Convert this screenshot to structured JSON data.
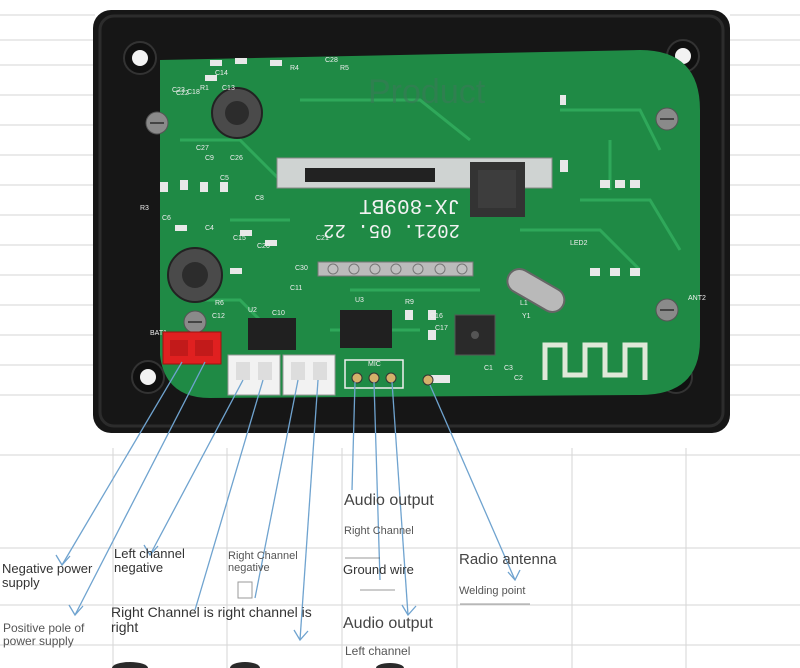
{
  "board": {
    "silkscreen_model": "JX-809BT",
    "silkscreen_date": "2021. 05. 22",
    "watermark": "Product",
    "component_codes": [
      "C14",
      "C13",
      "C23",
      "R4",
      "C28",
      "R5",
      "C9",
      "C27",
      "C26",
      "C22",
      "C18",
      "R1",
      "C6",
      "R3",
      "C8",
      "C4",
      "C15",
      "C20",
      "C21",
      "R6",
      "C30",
      "C10",
      "C12",
      "C11",
      "C16",
      "C17",
      "C5",
      "U3",
      "U2",
      "LED2",
      "ANT2",
      "BAT1",
      "MIC",
      "R9",
      "L1",
      "Y1",
      "C1",
      "C3",
      "C2"
    ]
  },
  "labels": {
    "negative_power": "Negative power supply",
    "positive_power": "Positive pole of power supply",
    "left_neg": "Left channel negative",
    "right_neg": "Right Channel negative",
    "right_ch": "Right Channel is right channel is right",
    "audio_out_1": "Audio output",
    "right_channel": "Right Channel",
    "ground_wire": "Ground wire",
    "audio_out_2": "Audio output",
    "left_channel": "Left channel",
    "radio_antenna": "Radio antenna",
    "welding_point": "Welding point"
  },
  "colors": {
    "pcb": "#1f8a45",
    "pcb_trace": "#2fa85a",
    "case": "#161616",
    "leader": "#6fa3cf",
    "power_connector": "#e02020"
  }
}
